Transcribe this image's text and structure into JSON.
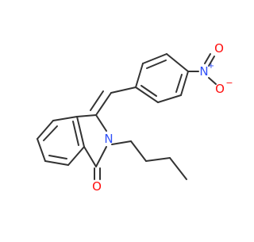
{
  "molecule": {
    "atom_labels": {
      "nitrogen_ring": "N",
      "nitro_nitrogen": "N",
      "nitro_charge_plus": "+",
      "nitro_oxygen_top": "O",
      "nitro_oxygen_bottom": "O",
      "nitro_charge_minus": "−",
      "carbonyl_oxygen": "O"
    },
    "colors": {
      "bond": "#333333",
      "nitrogen": "#3050F8",
      "oxygen": "#FF0D0D",
      "background": "#FFFFFF"
    }
  }
}
